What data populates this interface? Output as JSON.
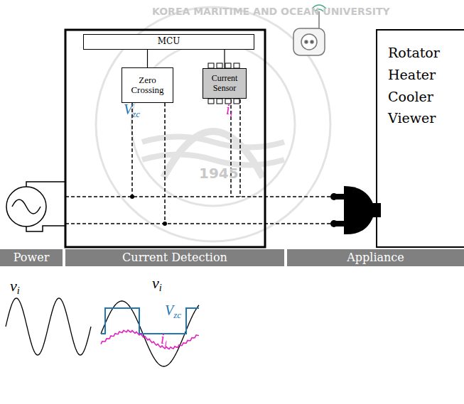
{
  "diagram": {
    "nodes": [
      {
        "text": [
          "MCU"
        ]
      },
      {
        "text": [
          "Zero Crossing"
        ]
      },
      {
        "text": [
          "Current Sensor"
        ]
      },
      {
        "text": [
          "Rotator Heater Cooler Viewer"
        ]
      },
      {
        "text": [
          "Power"
        ]
      },
      {
        "text": [
          "Current Detection"
        ]
      },
      {
        "text": [
          "Appliance"
        ]
      }
    ],
    "edges": [
      {
        "from": 0,
        "to": 1,
        "arrow": "none"
      },
      {
        "from": 0,
        "to": 2,
        "arrow": "none"
      }
    ],
    "labels": [
      "KOREA MARITIME AND OCEAN UNIVERSITY",
      "1945",
      "Vzc",
      "ii",
      "vi",
      "vi",
      "Vzc",
      "ii"
    ]
  }
}
